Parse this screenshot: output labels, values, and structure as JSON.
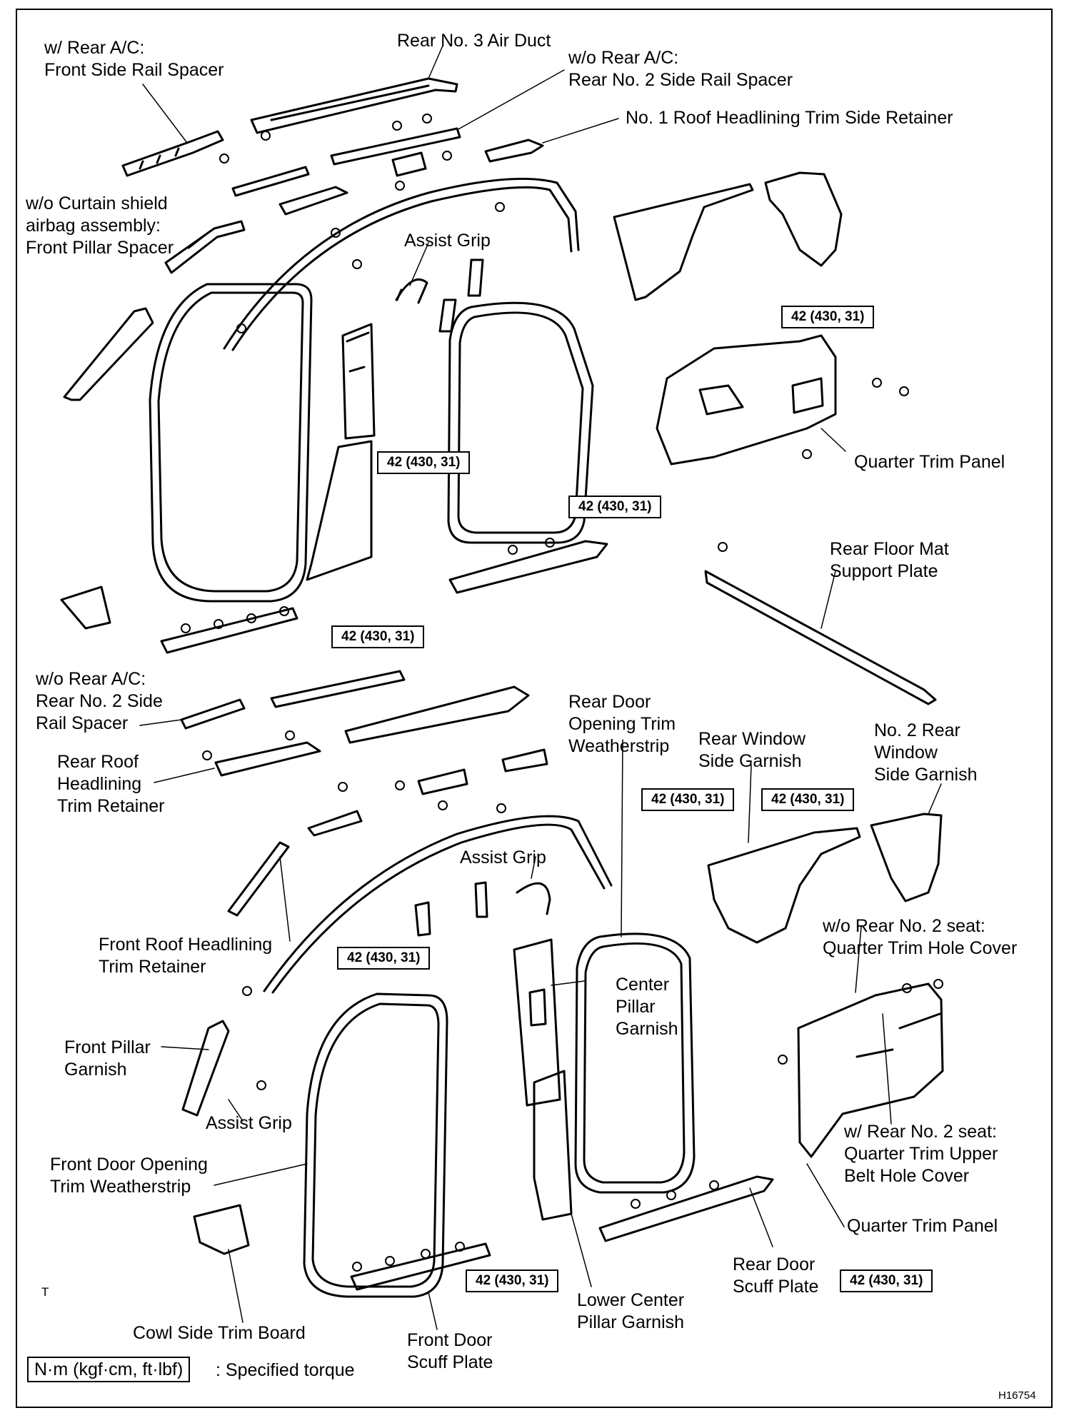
{
  "title": "",
  "figure_code": "H16754",
  "legend": {
    "box_text": "N·m (kgf·cm, ft·lbf)",
    "description": ": Specified torque"
  },
  "corner_mark": "T",
  "torque_spec": "42 (430, 31)",
  "labels": [
    {
      "id": "rear-ac-front-side-rail-spacer",
      "lines": [
        "w/ Rear A/C:",
        "Front Side Rail Spacer"
      ]
    },
    {
      "id": "rear-no3-air-duct",
      "lines": [
        "Rear No. 3 Air Duct"
      ]
    },
    {
      "id": "no-rear-ac-rear-no2-side-rail-spacer-top",
      "lines": [
        "w/o Rear A/C:",
        "Rear No. 2 Side Rail Spacer"
      ]
    },
    {
      "id": "no1-roof-headlining-trim-side-retainer",
      "lines": [
        "No. 1 Roof Headlining Trim Side Retainer"
      ]
    },
    {
      "id": "no-curtain-front-pillar-spacer",
      "lines": [
        "w/o Curtain shield",
        "airbag assembly:",
        "Front Pillar Spacer"
      ]
    },
    {
      "id": "assist-grip-top",
      "lines": [
        "Assist Grip"
      ]
    },
    {
      "id": "quarter-trim-panel-top",
      "lines": [
        "Quarter Trim Panel"
      ]
    },
    {
      "id": "rear-floor-mat-support-plate",
      "lines": [
        "Rear Floor Mat",
        "Support Plate"
      ]
    },
    {
      "id": "no-rear-ac-rear-no2-side-rail-spacer-lower",
      "lines": [
        "w/o Rear A/C:",
        "Rear No. 2 Side",
        "Rail Spacer"
      ]
    },
    {
      "id": "rear-roof-headlining-trim-retainer",
      "lines": [
        "Rear Roof",
        "Headlining",
        "Trim Retainer"
      ]
    },
    {
      "id": "rear-door-opening-trim-weatherstrip",
      "lines": [
        "Rear Door",
        "Opening Trim",
        "Weatherstrip"
      ]
    },
    {
      "id": "rear-window-side-garnish",
      "lines": [
        "Rear Window",
        "Side Garnish"
      ]
    },
    {
      "id": "no2-rear-window-side-garnish",
      "lines": [
        "No. 2 Rear",
        "Window",
        "Side Garnish"
      ]
    },
    {
      "id": "assist-grip-mid",
      "lines": [
        "Assist Grip"
      ]
    },
    {
      "id": "front-roof-headlining-trim-retainer",
      "lines": [
        "Front Roof Headlining",
        "Trim Retainer"
      ]
    },
    {
      "id": "no-rear-no2-seat-quarter-trim-hole-cover",
      "lines": [
        "w/o Rear No. 2 seat:",
        "Quarter Trim Hole Cover"
      ]
    },
    {
      "id": "center-pillar-garnish",
      "lines": [
        "Center",
        "Pillar",
        "Garnish"
      ]
    },
    {
      "id": "front-pillar-garnish",
      "lines": [
        "Front Pillar",
        "Garnish"
      ]
    },
    {
      "id": "assist-grip-low",
      "lines": [
        "Assist Grip"
      ]
    },
    {
      "id": "front-door-opening-trim-weatherstrip",
      "lines": [
        "Front Door Opening",
        "Trim Weatherstrip"
      ]
    },
    {
      "id": "rear-no2-seat-quarter-trim-upper-belt-hole-cover",
      "lines": [
        "w/ Rear No. 2 seat:",
        "Quarter Trim Upper",
        "Belt Hole Cover"
      ]
    },
    {
      "id": "quarter-trim-panel-low",
      "lines": [
        "Quarter Trim Panel"
      ]
    },
    {
      "id": "rear-door-scuff-plate",
      "lines": [
        "Rear Door",
        "Scuff Plate"
      ]
    },
    {
      "id": "lower-center-pillar-garnish",
      "lines": [
        "Lower Center",
        "Pillar Garnish"
      ]
    },
    {
      "id": "cowl-side-trim-board",
      "lines": [
        "Cowl Side Trim Board"
      ]
    },
    {
      "id": "front-door-scuff-plate",
      "lines": [
        "Front Door",
        "Scuff Plate"
      ]
    }
  ]
}
